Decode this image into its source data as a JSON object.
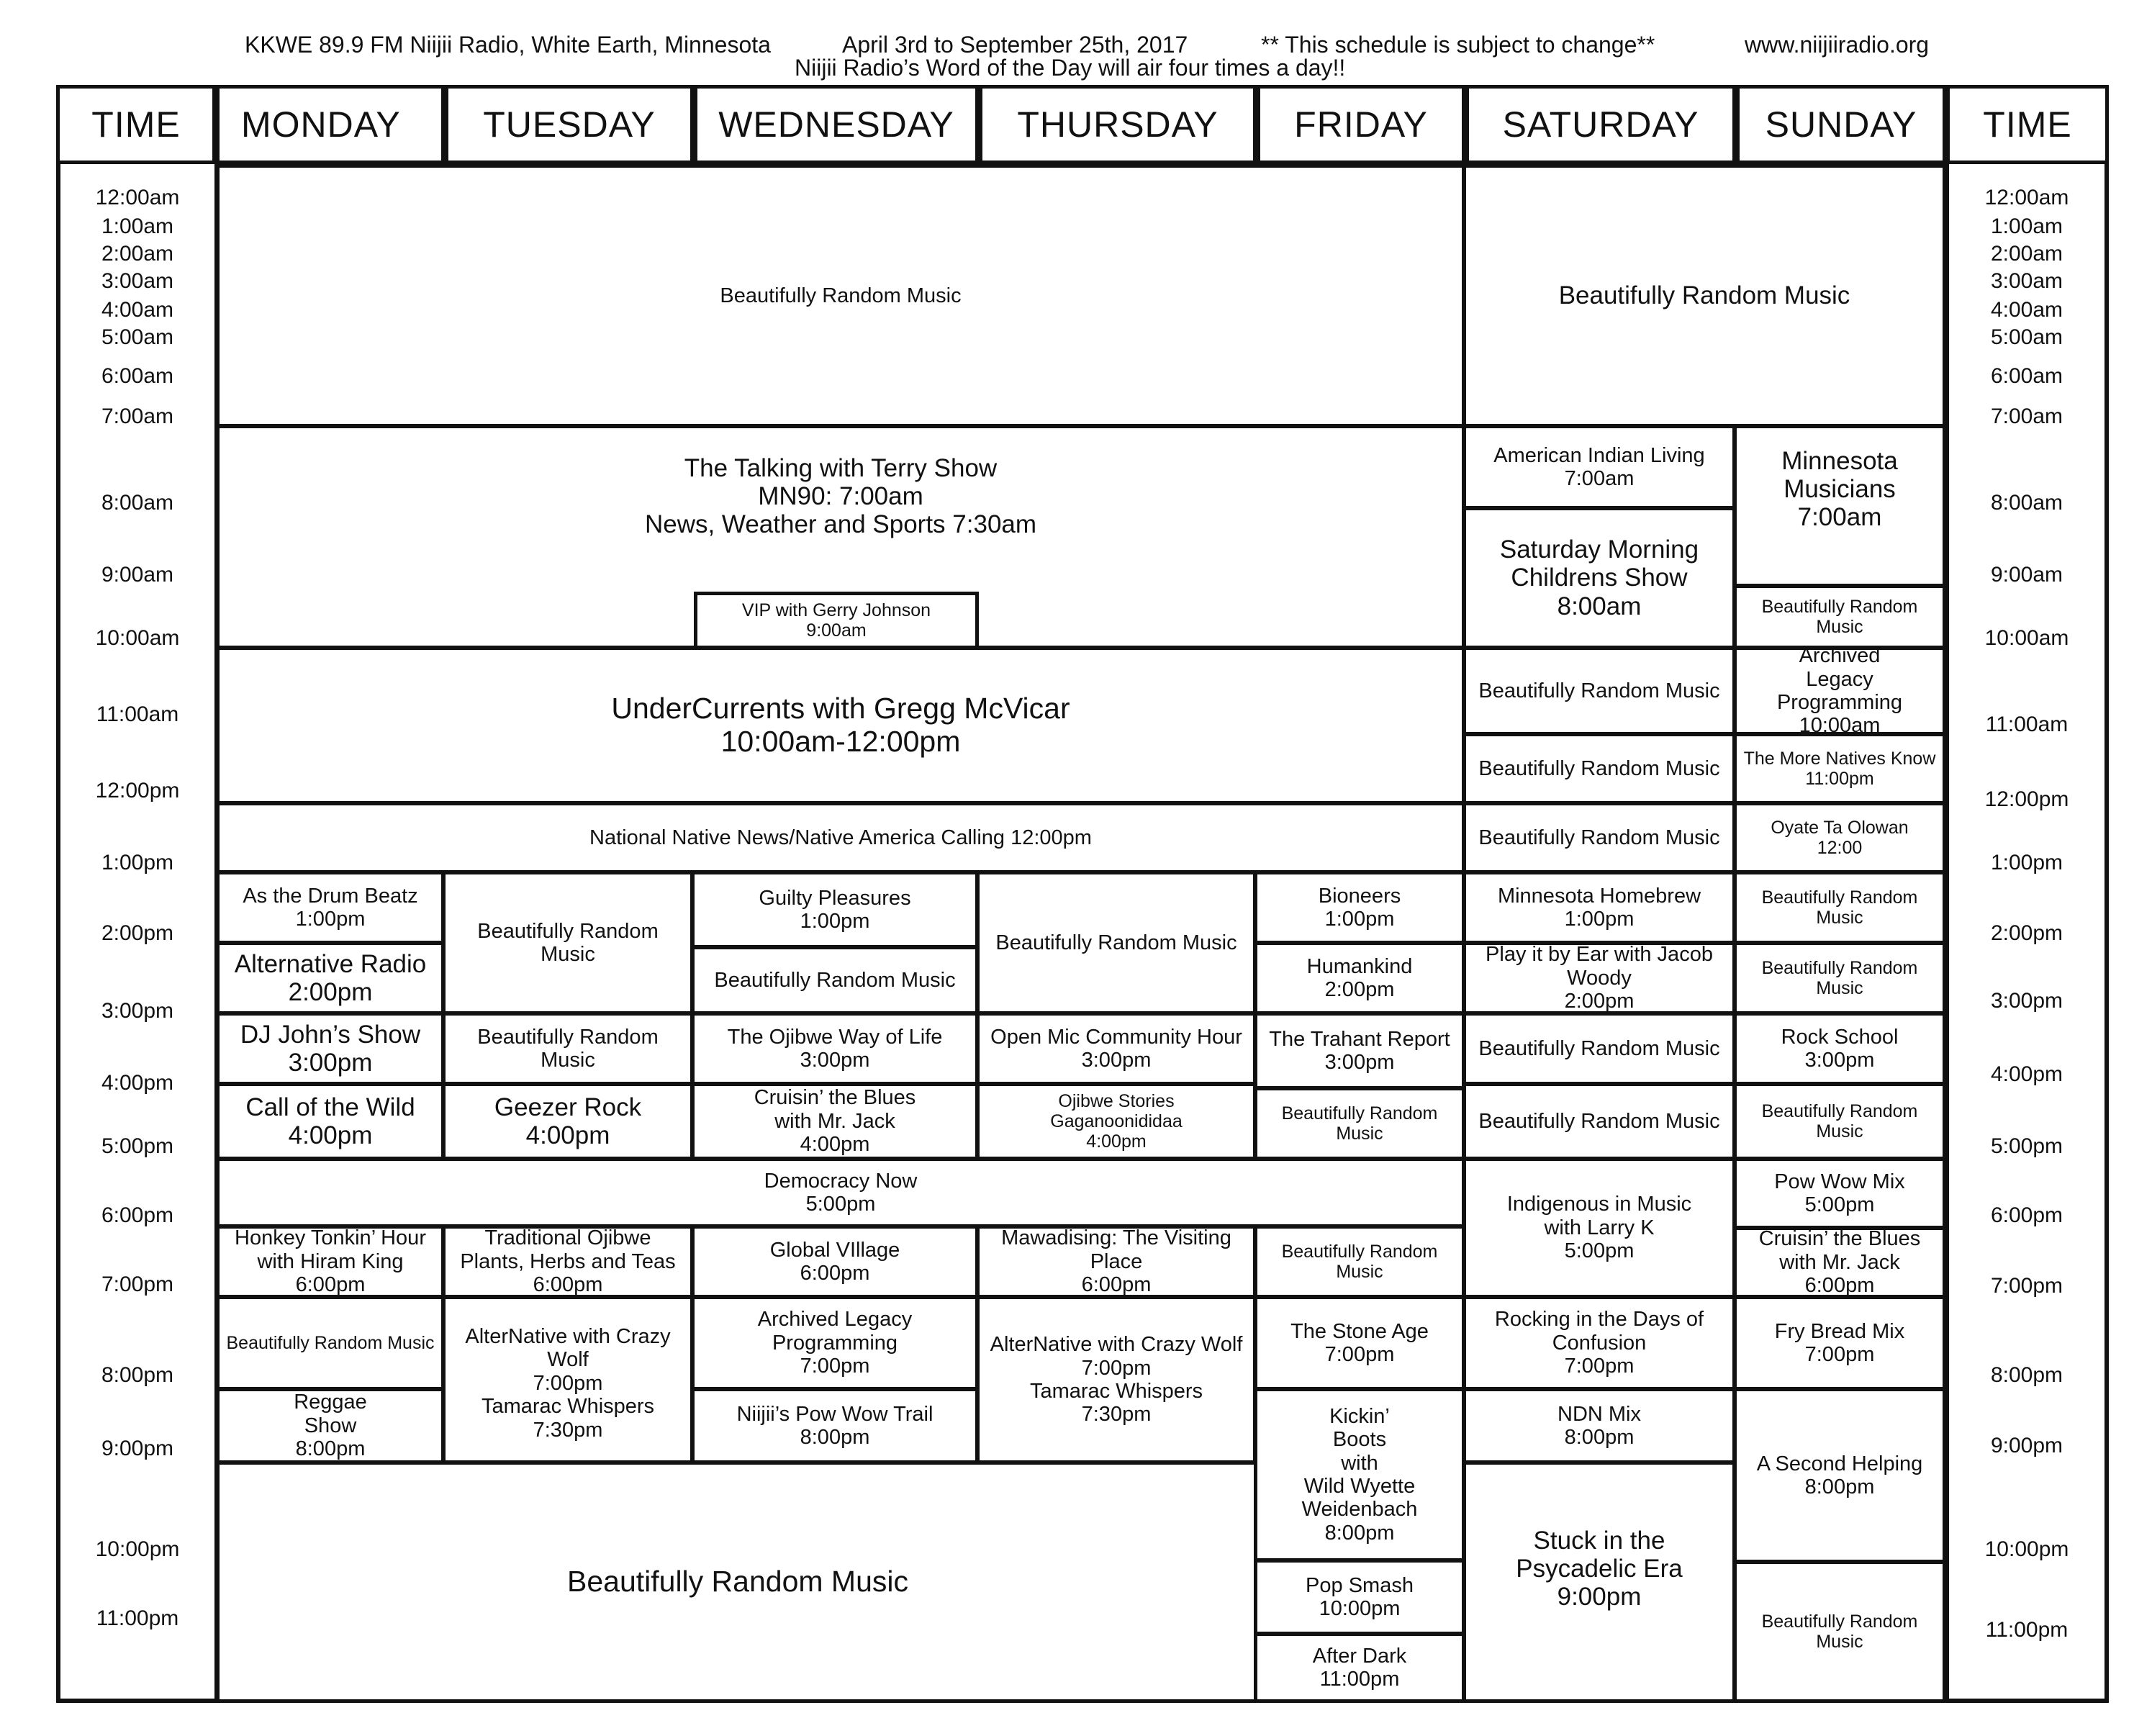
{
  "header": {
    "station": "KKWE 89.9 FM Niijii Radio, White Earth, Minnesota",
    "dates": "April 3rd to September 25th, 2017",
    "notice": "** This schedule is subject to change**",
    "website": "www.niijiiradio.org",
    "subtitle": "Niijii Radio’s Word of the Day will air four times a day!!"
  },
  "columns": {
    "time_left": "TIME",
    "monday": "MONDAY",
    "tuesday": "TUESDAY",
    "wednesday": "WEDNESDAY",
    "thursday": "THURSDAY",
    "friday": "FRIDAY",
    "saturday": "SATURDAY",
    "sunday": "SUNDAY",
    "time_right": "TIME"
  },
  "times_left": [
    "12:00am",
    "1:00am",
    "2:00am",
    "3:00am",
    "4:00am",
    "5:00am",
    "6:00am",
    "7:00am",
    "8:00am",
    "9:00am",
    "10:00am",
    "11:00am",
    "12:00pm",
    "1:00pm",
    "2:00pm",
    "3:00pm",
    "4:00pm",
    "5:00pm",
    "6:00pm",
    "7:00pm",
    "8:00pm",
    "9:00pm",
    "10:00pm",
    "11:00pm"
  ],
  "times_right": [
    "12:00am",
    "1:00am",
    "2:00am",
    "3:00am",
    "4:00am",
    "5:00am",
    "6:00am",
    "7:00am",
    "8:00am",
    "9:00am",
    "10:00am",
    "11:00am",
    "12:00pm",
    "1:00pm",
    "2:00pm",
    "3:00pm",
    "4:00pm",
    "5:00pm",
    "6:00pm",
    "7:00pm",
    "8:00pm",
    "9:00pm",
    "10:00pm",
    "11:00pm"
  ],
  "programs": {
    "wk_random_night": "Beautifully Random Music",
    "wknd_random_night": "Beautifully Random Music",
    "terry": "The Talking with Terry Show\nMN90: 7:00am\nNews, Weather and Sports 7:30am",
    "vip": "VIP with Gerry Johnson\n9:00am",
    "undercurrents": "UnderCurrents with Gregg McVicar\n10:00am-12:00pm",
    "nnn": "National Native News/Native America Calling 12:00pm",
    "democracy": "Democracy Now\n5:00pm",
    "wk_random_late": "Beautifully Random Music",
    "mon_drum": "As the Drum Beatz\n1:00pm",
    "mon_alt": "Alternative Radio\n2:00pm",
    "mon_dj": "DJ John’s Show\n3:00pm",
    "mon_wild": "Call of the Wild\n4:00pm",
    "mon_honkey": "Honkey Tonkin’ Hour\nwith Hiram King\n6:00pm",
    "mon_random": "Beautifully Random Music",
    "mon_reggae": "Reggae\nShow\n8:00pm",
    "tue_random1": "Beautifully Random Music",
    "tue_random2": "Beautifully Random Music",
    "tue_geezer": "Geezer Rock\n4:00pm",
    "tue_trad": "Traditional Ojibwe\nPlants, Herbs and  Teas\n6:00pm",
    "tue_alternative": "AlterNative with Crazy Wolf\n7:00pm\nTamarac Whispers\n7:30pm",
    "wed_guilty": "Guilty Pleasures\n1:00pm",
    "wed_random": "Beautifully Random Music",
    "wed_ojibwe": "The Ojibwe Way of Life\n3:00pm",
    "wed_cruisin": "Cruisin’ the Blues\nwith Mr. Jack\n4:00pm",
    "wed_global": "Global VIllage\n6:00pm",
    "wed_archived": "Archived Legacy Programming\n7:00pm",
    "wed_powwow": "Niijii’s Pow Wow Trail\n8:00pm",
    "thu_random": "Beautifully Random Music",
    "thu_openmic": "Open Mic Community Hour\n3:00pm",
    "thu_stories": "Ojibwe Stories\nGaganoonididaa\n4:00pm",
    "thu_mawa": "Mawadising: The Visiting Place\n6:00pm",
    "thu_alternative": "AlterNative with Crazy Wolf\n7:00pm\nTamarac Whispers\n7:30pm",
    "fri_bioneers": "Bioneers\n1:00pm",
    "fri_humankind": "Humankind\n2:00pm",
    "fri_trahant": "The Trahant Report\n3:00pm",
    "fri_random1": "Beautifully Random Music",
    "fri_random2": "Beautifully Random Music",
    "fri_stone": "The Stone Age\n7:00pm",
    "fri_kickin": "Kickin’\nBoots\nwith\nWild Wyette\nWeidenbach\n8:00pm",
    "fri_pop": "Pop Smash\n10:00pm",
    "fri_after": "After Dark\n11:00pm",
    "sat_ail": "American Indian Living\n7:00am",
    "sat_kids": "Saturday Morning\nChildrens Show\n8:00am",
    "sat_random1": "Beautifully Random Music",
    "sat_random2": "Beautifully Random Music",
    "sat_random3": "Beautifully Random Music",
    "sat_homebrew": "Minnesota Homebrew\n1:00pm",
    "sat_ear": "Play it by Ear with Jacob Woody\n2:00pm",
    "sat_random4": "Beautifully Random Music",
    "sat_random5": "Beautifully Random Music",
    "sat_indig": "Indigenous in Music\nwith Larry K\n5:00pm",
    "sat_rocking": "Rocking in the Days of Confusion\n7:00pm",
    "sat_ndn": "NDN Mix\n8:00pm",
    "sat_stuck": "Stuck in the\nPsycadelic Era\n9:00pm",
    "sun_mnmus": "Minnesota\nMusicians\n7:00am",
    "sun_random1": "Beautifully Random Music",
    "sun_archived": "Archived\nLegacy Programming\n10:00am",
    "sun_natives": "The More Natives Know\n11:00pm",
    "sun_oyate": "Oyate Ta Olowan\n12:00",
    "sun_random2": "Beautifully Random Music",
    "sun_random3": "Beautifully Random Music",
    "sun_rock": "Rock School\n3:00pm",
    "sun_random4": "Beautifully Random Music",
    "sun_powwow": "Pow Wow Mix\n5:00pm",
    "sun_cruisin": "Cruisin’ the Blues\nwith Mr. Jack\n6:00pm",
    "sun_fry": "Fry Bread Mix\n7:00pm",
    "sun_second": "A Second Helping\n8:00pm",
    "sun_random5": "Beautifully Random Music"
  }
}
